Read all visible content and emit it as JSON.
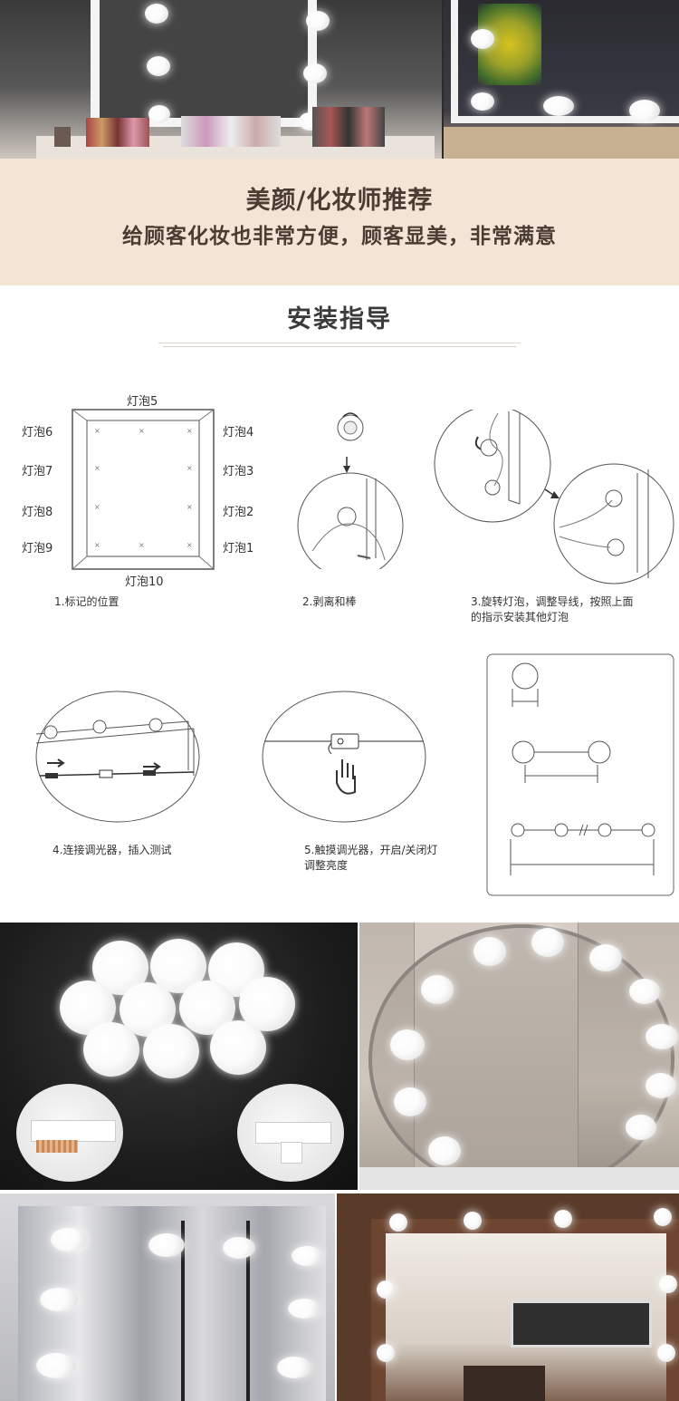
{
  "banner": {
    "title": "美颜/化妆师推荐",
    "subtitle": "给顾客化妆也非常方便，顾客显美，非常满意"
  },
  "guide": {
    "title": "安装指导",
    "bulb_labels": {
      "top": "灯泡5",
      "bottom": "灯泡10",
      "left": [
        "灯泡6",
        "灯泡7",
        "灯泡8",
        "灯泡9"
      ],
      "right": [
        "灯泡4",
        "灯泡3",
        "灯泡2",
        "灯泡1"
      ]
    },
    "steps": {
      "s1": "1.标记的位置",
      "s2": "2.剥离和棒",
      "s3_line1": "3.旋转灯泡，调整导线，按照上面",
      "s3_line2": "的指示安装其他灯泡",
      "s4": "4.连接调光器，插入测试",
      "s5_line1": "5.触摸调光器，开启/关闭灯",
      "s5_line2": "调整亮度"
    }
  },
  "colors": {
    "banner_bg": "#f3e4d5",
    "banner_text": "#4a3b33",
    "line_art": "#555555"
  }
}
